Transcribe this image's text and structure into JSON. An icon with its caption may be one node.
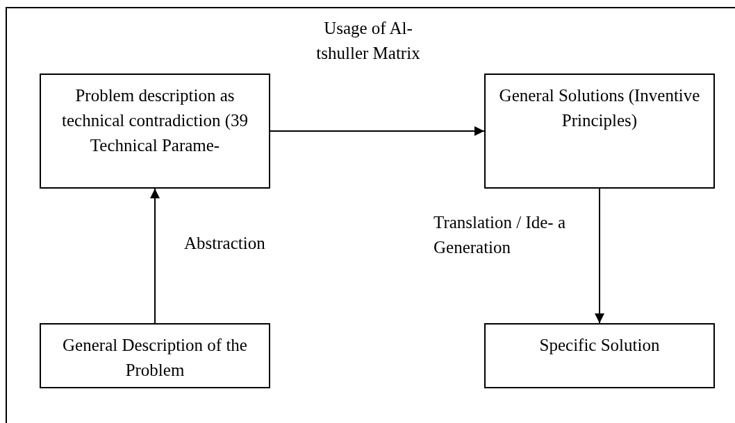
{
  "diagram": {
    "title": "Usage of Al- tshuller Matrix",
    "nodes": [
      {
        "text": [
          "Problem description as technical contradiction (39 Technical Parame-"
        ]
      },
      {
        "text": [
          "General Solutions (Inventive Principles)"
        ]
      },
      {
        "text": [
          "General Description of the Problem"
        ]
      },
      {
        "text": [
          "Specific Solution"
        ]
      }
    ],
    "edges": [
      {
        "from": 2,
        "to": 0,
        "arrow": "to",
        "label": "Abstraction"
      },
      {
        "from": 0,
        "to": 1,
        "arrow": "to"
      },
      {
        "from": 1,
        "to": 3,
        "arrow": "to",
        "label": "Translation / Ide- a Generation"
      }
    ]
  }
}
